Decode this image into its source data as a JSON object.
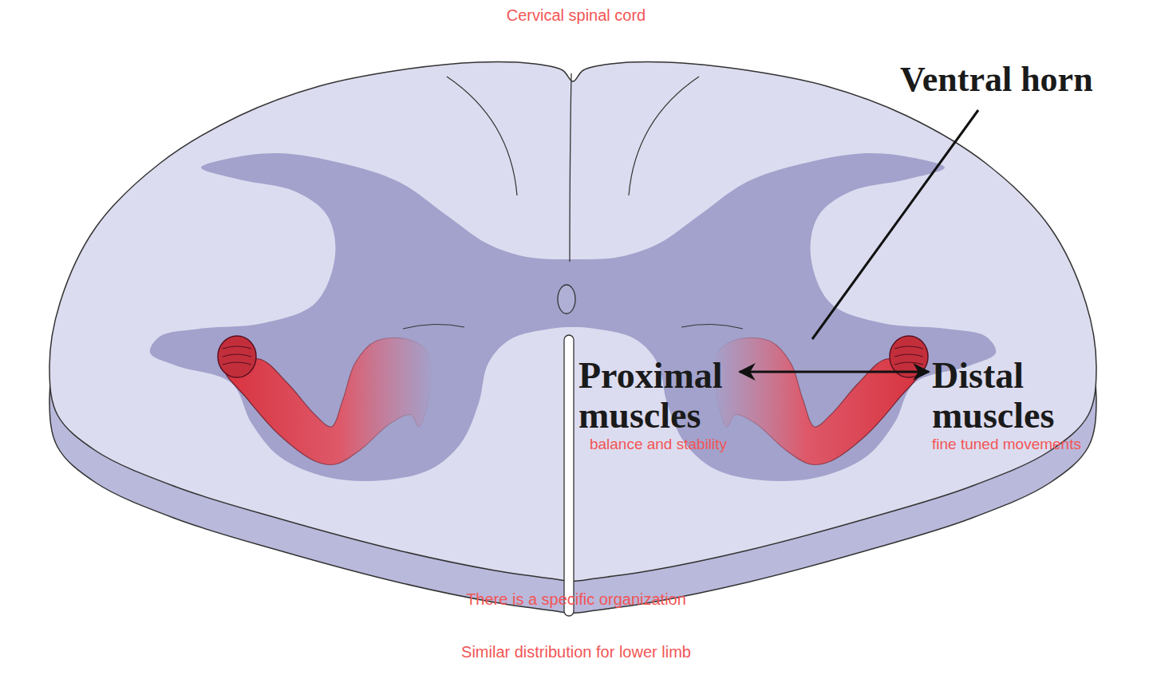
{
  "diagram": {
    "title": "Cervical spinal cord",
    "nodes": [
      {
        "text": [
          "Proximal muscles",
          "balance and stability"
        ]
      },
      {
        "text": [
          "Distal muscles",
          "fine tuned movements"
        ]
      }
    ],
    "edges": [
      {
        "from": 0,
        "to": 1,
        "arrow": "both"
      }
    ],
    "labels": [
      "Ventral horn",
      "There is a specific organization",
      "Similar distribution for lower limb"
    ]
  }
}
